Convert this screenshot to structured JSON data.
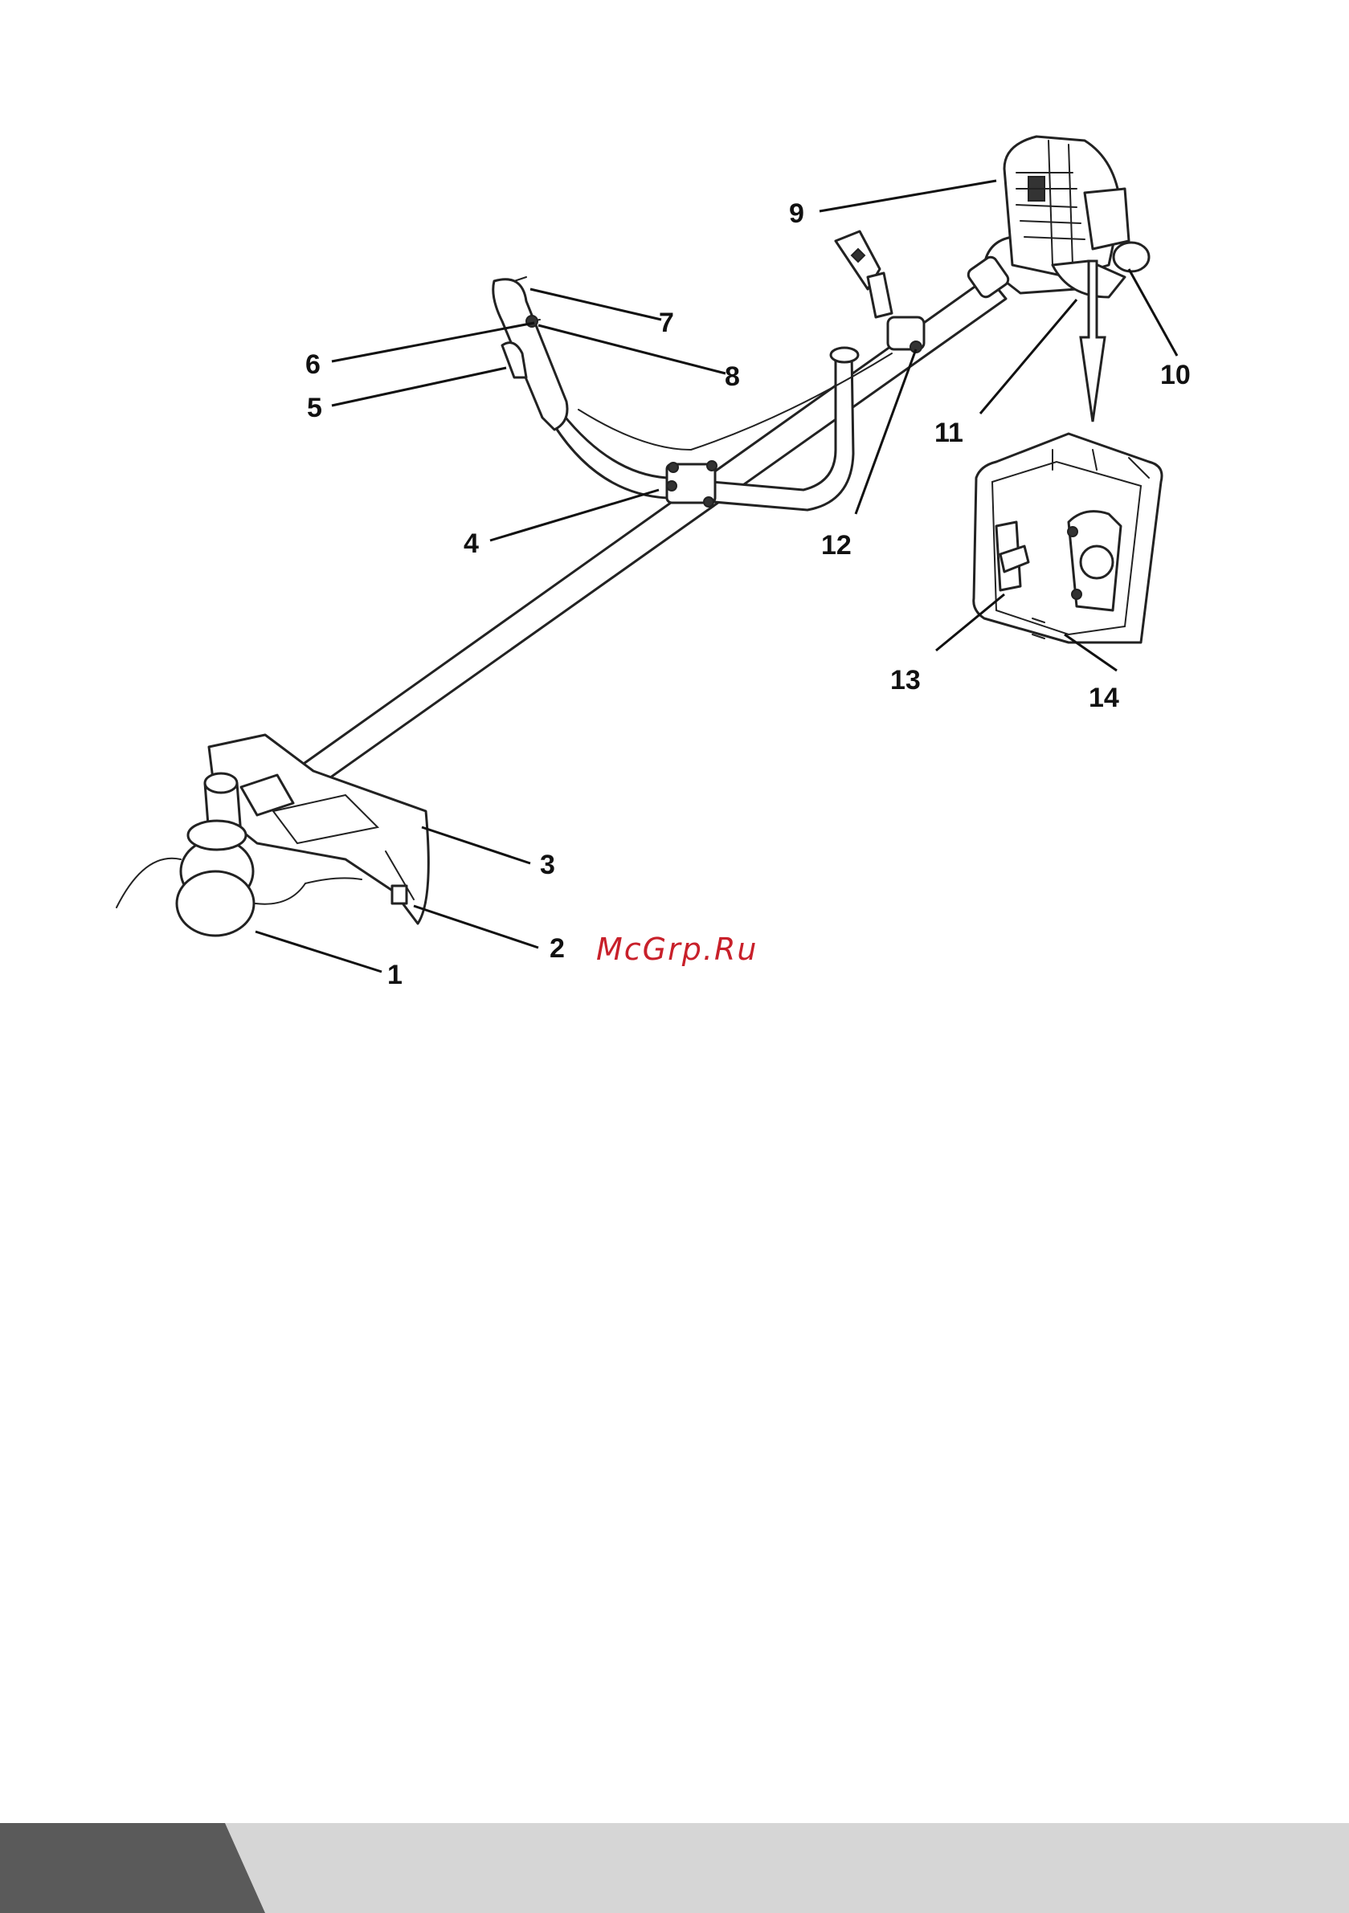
{
  "watermark": "McGrp.Ru",
  "colors": {
    "watermark": "#c8202a",
    "footer_dark": "#5a5a5a",
    "footer_light": "#d6d6d6"
  },
  "callouts": [
    {
      "id": "c1",
      "label": "1"
    },
    {
      "id": "c2",
      "label": "2"
    },
    {
      "id": "c3",
      "label": "3"
    },
    {
      "id": "c4",
      "label": "4"
    },
    {
      "id": "c5",
      "label": "5"
    },
    {
      "id": "c6",
      "label": "6"
    },
    {
      "id": "c7",
      "label": "7"
    },
    {
      "id": "c8",
      "label": "8"
    },
    {
      "id": "c9",
      "label": "9"
    },
    {
      "id": "c10",
      "label": "10"
    },
    {
      "id": "c11",
      "label": "11"
    },
    {
      "id": "c12",
      "label": "12"
    },
    {
      "id": "c13",
      "label": "13"
    },
    {
      "id": "c14",
      "label": "14"
    }
  ]
}
